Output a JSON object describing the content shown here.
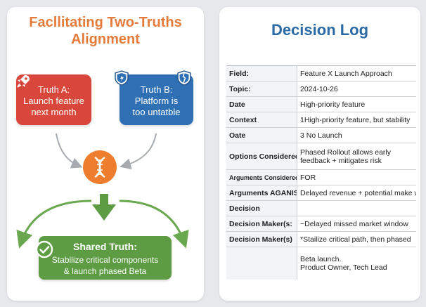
{
  "left_panel": {
    "title_line_1": "Facllitating Two-Truths",
    "title_line_2": "Alignment",
    "truth_a": {
      "lines": [
        "Truth A:",
        "Launch feature",
        "next month"
      ],
      "color": "#d9473c",
      "icon": "rocket-icon"
    },
    "truth_b": {
      "lines": [
        "Truth B:",
        "Platform is",
        "too untatble"
      ],
      "color": "#2f70b5",
      "icon": "shield-icon"
    },
    "center_icon": "dna-icon",
    "shared_truth": {
      "title": "Shared Truth:",
      "lines": [
        "Stabilize critical components",
        "& launch phased Beta"
      ],
      "color": "#5e9c44",
      "icon": "check-icon"
    }
  },
  "right_panel": {
    "title": "Decision Log",
    "rows": [
      {
        "field": "Field:",
        "value": "Feature X Launch Approach"
      },
      {
        "field": "Topic:",
        "value": "2024-10-26"
      },
      {
        "field": "Date",
        "value": "High-priority feature"
      },
      {
        "field": "Context",
        "value": "1High-priority feature, but stability"
      },
      {
        "field": "Oate",
        "value": "3 No Launch"
      },
      {
        "field": "Options Considered",
        "value": "Phased Rollout allows early feedback + mitigates risk"
      },
      {
        "field": "Arguments Considered",
        "value": "FOR"
      },
      {
        "field": "Arguments AGANIST",
        "value": "Delayed revenue + potential make wind"
      },
      {
        "field": "Decision",
        "value": ""
      },
      {
        "field": "Decision Maker(s:",
        "value": "−Delayed missed market window"
      },
      {
        "field": "Decision Maker(s)",
        "value": "*Stailize critical path, then phased"
      },
      {
        "field": "",
        "value_lines": [
          "Beta launch.",
          "Product Owner, Tech Lead"
        ]
      }
    ]
  }
}
